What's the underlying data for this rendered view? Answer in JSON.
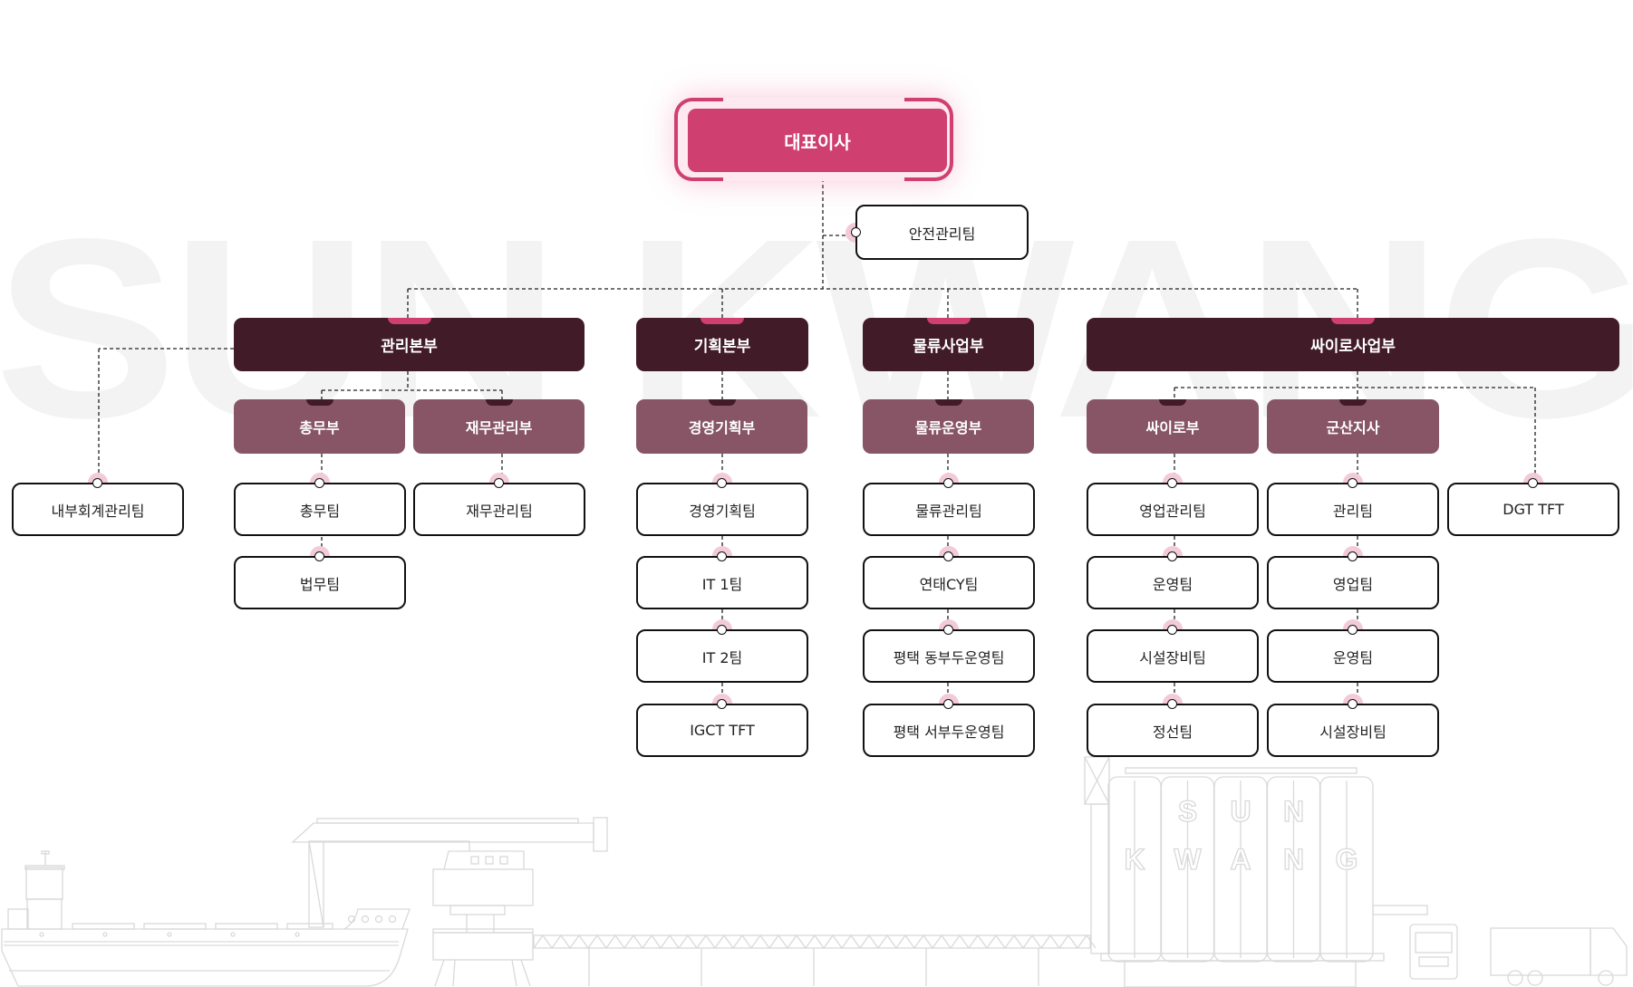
{
  "watermark": "SUN KWANG",
  "ceo": {
    "label": "대표이사"
  },
  "safety_team": {
    "label": "안전관리팀"
  },
  "colors": {
    "accent": "#cf3f70",
    "headquarters": "#411b28",
    "department": "#875566",
    "team_border": "#111111",
    "connector_glow": "#f3cbd8",
    "watermark": "#f3f3f3"
  },
  "headquarters": [
    {
      "label": "관리본부",
      "direct_teams": [
        {
          "label": "내부회계관리팀"
        }
      ],
      "departments": [
        {
          "label": "총무부",
          "teams": [
            {
              "label": "총무팀"
            },
            {
              "label": "법무팀"
            }
          ]
        },
        {
          "label": "재무관리부",
          "teams": [
            {
              "label": "재무관리팀"
            }
          ]
        }
      ]
    },
    {
      "label": "기획본부",
      "departments": [
        {
          "label": "경영기획부",
          "teams": [
            {
              "label": "경영기획팀"
            },
            {
              "label": "IT 1팀"
            },
            {
              "label": "IT 2팀"
            },
            {
              "label": "IGCT TFT"
            }
          ]
        }
      ]
    },
    {
      "label": "물류사업부",
      "departments": [
        {
          "label": "물류운영부",
          "teams": [
            {
              "label": "물류관리팀"
            },
            {
              "label": "연태CY팀"
            },
            {
              "label": "평택 동부두운영팀"
            },
            {
              "label": "평택 서부두운영팀"
            }
          ]
        }
      ]
    },
    {
      "label": "싸이로사업부",
      "departments": [
        {
          "label": "싸이로부",
          "teams": [
            {
              "label": "영업관리팀"
            },
            {
              "label": "운영팀"
            },
            {
              "label": "시설장비팀"
            },
            {
              "label": "정선팀"
            }
          ]
        },
        {
          "label": "군산지사",
          "teams": [
            {
              "label": "관리팀"
            },
            {
              "label": "영업팀"
            },
            {
              "label": "운영팀"
            },
            {
              "label": "시설장비팀"
            }
          ]
        }
      ],
      "direct_teams": [
        {
          "label": "DGT TFT"
        }
      ]
    }
  ],
  "illustration": {
    "silo_letters_top": [
      "S",
      "U",
      "N"
    ],
    "silo_letters_bottom": [
      "K",
      "W",
      "A",
      "N",
      "G"
    ]
  }
}
